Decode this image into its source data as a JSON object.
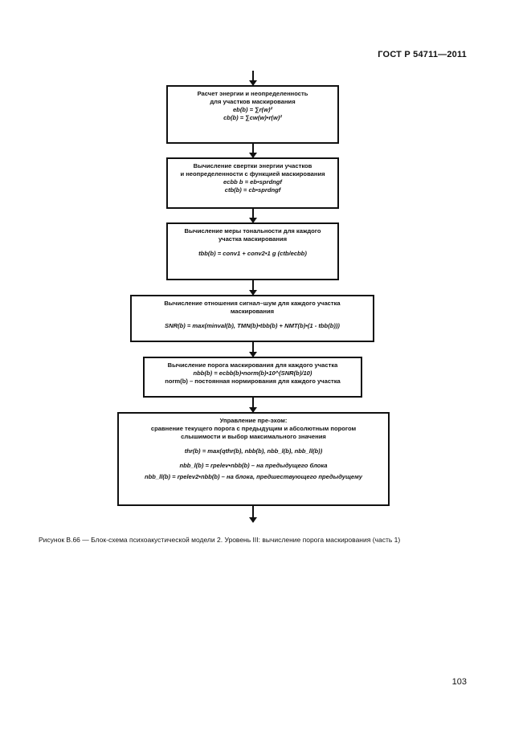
{
  "header": {
    "standard": "ГОСТ Р 54711—2011"
  },
  "flowchart": {
    "box1": {
      "line1": "Расчет энергии и неопределенность",
      "line2": "для участков маскирования",
      "formula1": "eb(b) = ∑r(w)²",
      "formula2": "cb(b) = ∑cw(w)•r(w)²"
    },
    "box2": {
      "line1": "Вычисление свертки энергии участков",
      "line2": "и неопределенности с функцией маскирования",
      "formula1": "ecbb b = eb•sprdngf",
      "formula2": "ctb(b) = cb•sprdngf"
    },
    "box3": {
      "line1": "Вычисление меры тональности для каждого",
      "line2": "участка маскирования",
      "formula": "tbb(b) = conv1 + conv2•1 g (ctb/ecbb)"
    },
    "box4": {
      "line1": "Вычисление отношения сигнал–шум для каждого участка",
      "line2": "маскирования",
      "formula": "SNR(b) = max(minval(b), TMN(b)•tbb(b) + NMT(b)•(1 - tbb(b)))"
    },
    "box5": {
      "line1": "Вычисление порога маскирования для каждого участка",
      "formula": "nbb(b) = ecbb(b)•norm(b)•10^(SNR(b)/10)",
      "line3": "norm(b) – постоянная нормирования для каждого участка"
    },
    "box6": {
      "line1": "Управление пре-эхом:",
      "line2": "сравнение текущего порога с предыдущим и абсолютным порогом",
      "line3": "слышимости и выбор максимального значения",
      "formula1": "thr(b) = max(qthr(b), nbb(b), nbb_l(b), nbb_ll(b))",
      "formula2": "nbb_l(b) = rpelev•nbb(b) – на предыдущего блока",
      "formula3": "nbb_ll(b) = rpelev2•nbb(b) – на блока, предшествующего предыдущему"
    }
  },
  "caption": "Рисунок В.66 — Блок-схема психоакустической модели 2. Уровень III: вычисление порога маскирования (часть 1)",
  "page_number": "103"
}
